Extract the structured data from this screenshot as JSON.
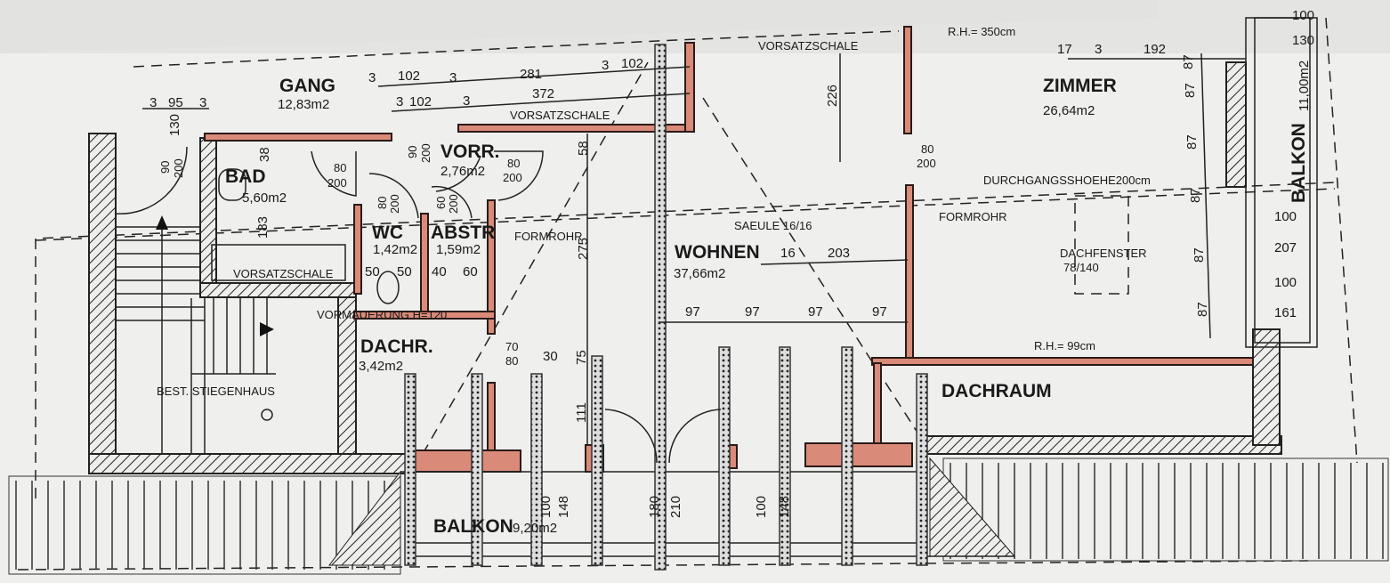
{
  "rooms": [
    {
      "name": "GANG",
      "area": "12,83m2"
    },
    {
      "name": "BAD",
      "area": "5,60m2"
    },
    {
      "name": "VORR.",
      "area": "2,76m2"
    },
    {
      "name": "WC",
      "area": "1,42m2"
    },
    {
      "name": "ABSTR",
      "area": "1,59m2"
    },
    {
      "name": "DACHR.",
      "area": "3,42m2"
    },
    {
      "name": "WOHNEN",
      "area": "37,66m2"
    },
    {
      "name": "ZIMMER",
      "area": "26,64m2"
    },
    {
      "name": "DACHRAUM"
    },
    {
      "name": "BALKON",
      "area": "9,20m2"
    },
    {
      "name": "BALKON",
      "area": "11,00m2"
    },
    {
      "name": "BEST. STIEGENHAUS"
    }
  ],
  "notes": {
    "vorsatzschale": "VORSATZSCHALE",
    "formrohr": "FORMROHR",
    "vormauerung": "VORMAUERUNG H=120",
    "saeule": "SAEULE 16/16",
    "durchgang": "DURCHGANGSSHOEHE200cm",
    "rh_top": "R.H.= 350cm",
    "rh_low": "R.H.= 99cm",
    "dachfenster": "DACHFENSTER",
    "dachfenster_size": "78/140"
  },
  "doors": {
    "d80": "80",
    "d200": "200",
    "d90": "90",
    "d60": "60",
    "d70": "70"
  },
  "dims": {
    "n3": "3",
    "n95": "95",
    "n130": "130",
    "n102": "102",
    "n281": "281",
    "n372": "372",
    "n38": "38",
    "n183": "183",
    "n50": "50",
    "n40": "40",
    "n60": "60",
    "n30": "30",
    "n58": "58",
    "n275": "275",
    "n226": "226",
    "n16": "16",
    "n203": "203",
    "n97": "97",
    "n75": "75",
    "n111": "111",
    "n100": "100",
    "n148": "148",
    "n180": "180",
    "n210": "210",
    "n17": "17",
    "n192": "192",
    "n87": "87",
    "n207": "207",
    "n161": "161"
  }
}
